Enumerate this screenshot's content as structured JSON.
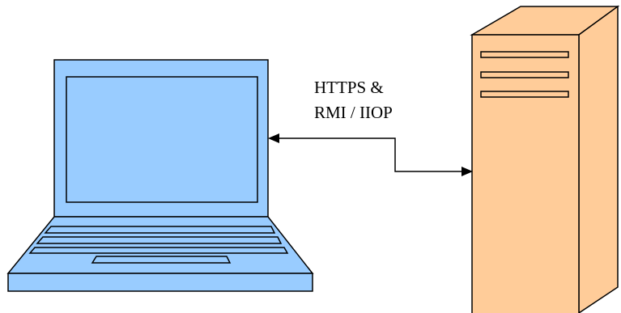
{
  "diagram": {
    "connection_label_line1": "HTTPS &",
    "connection_label_line2": "RMI / IIOP",
    "nodes": [
      {
        "name": "laptop",
        "fill": "#99CCFF"
      },
      {
        "name": "server",
        "fill": "#FFCC99"
      }
    ],
    "arrow": {
      "type": "bidirectional",
      "color": "#000000"
    }
  }
}
